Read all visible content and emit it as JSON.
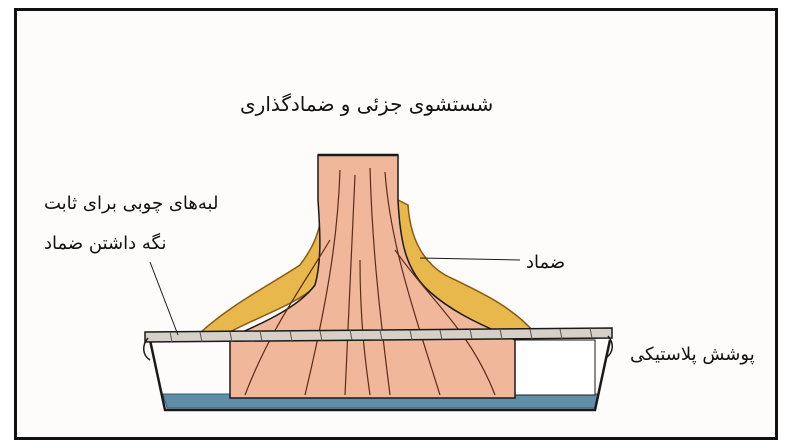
{
  "title": "شستشوی جزئی و ضمادگذاری",
  "labels": {
    "wooden_lip_line1": "لبه‌های چوبی برای ثابت",
    "wooden_lip_line2": "نگه داشتن ضماد",
    "dressing": "ضماد",
    "plastic_cover": "پوشش پلاستیکی"
  },
  "colors": {
    "tree_tissue": "#f0b79b",
    "dressing_paste": "#e9b84c",
    "water": "#5f8fa8",
    "wood_lip": "#d6d0c8",
    "outline": "#1a1a1a"
  }
}
